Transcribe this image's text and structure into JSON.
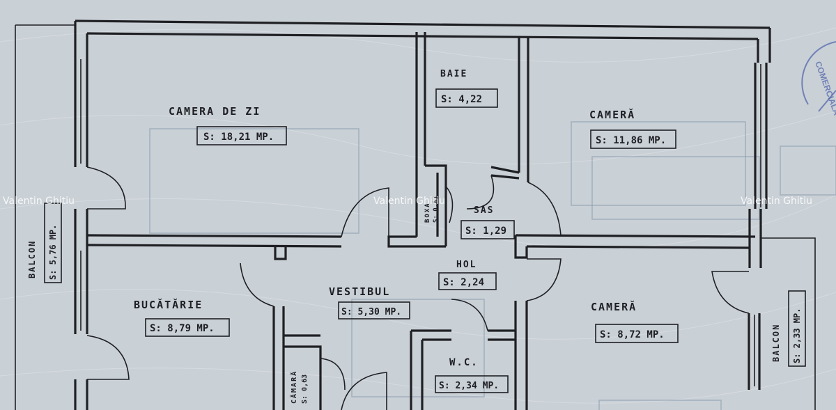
{
  "rooms": {
    "camera_de_zi": {
      "name": "CAMERA DE ZI",
      "area": "S: 18,21 MP."
    },
    "baie": {
      "name": "BAIE",
      "area": "S: 4,22"
    },
    "camera_1": {
      "name": "CAMERĂ",
      "area": "S: 11,86 MP."
    },
    "boxa": {
      "name": "BOXA",
      "area": "S: 0,63"
    },
    "sas": {
      "name": "SAS",
      "area": "S: 1,29"
    },
    "hol": {
      "name": "HOL",
      "area": "S: 2,24"
    },
    "vestibul": {
      "name": "VESTIBUL",
      "area": "S: 5,30 MP."
    },
    "bucatarie": {
      "name": "BUCĂTĂRIE",
      "area": "S: 8,79 MP."
    },
    "camara": {
      "name": "CĂMARĂ",
      "area": "S: 0,63"
    },
    "wc": {
      "name": "W.C.",
      "area": "S: 2,34 MP."
    },
    "camera_2": {
      "name": "CAMERĂ",
      "area": "S: 8,72 MP."
    },
    "balcon_stanga": {
      "name": "BALCON",
      "area": "S: 5,76 MP."
    },
    "balcon_dreapta": {
      "name": "BALCON",
      "area": "S: 2,33 MP."
    }
  },
  "watermarks": {
    "left": "Valentin Ghitiu",
    "center": "Valentin Ghitiu",
    "right": "Valentin Ghitiu"
  },
  "stamp": {
    "text": "COMERCIALĂ"
  },
  "colors": {
    "paper": "#c9d0d6",
    "ink": "#1f2024",
    "ghost_lines": "#7f93a6",
    "watermark": "#ffffff"
  }
}
